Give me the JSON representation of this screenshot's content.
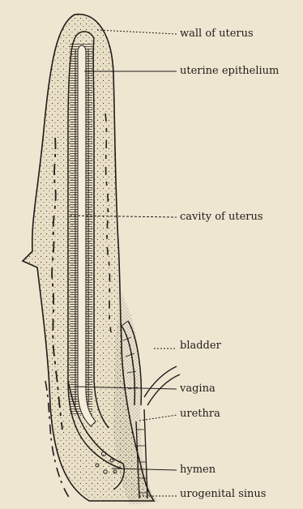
{
  "labels": {
    "wall_of_uterus": "wall of uterus",
    "uterine_epithelium": "uterine epithelium",
    "cavity_of_uterus": "cavity of uterus",
    "bladder": "bladder",
    "vagina": "vagina",
    "urethra": "urethra",
    "hymen": "hymen",
    "urogenital_sinus": "urogenital sinus"
  },
  "colors": {
    "background": "#efe6d2",
    "ink": "#1e1c18",
    "tissue": "#e8ddc4"
  }
}
